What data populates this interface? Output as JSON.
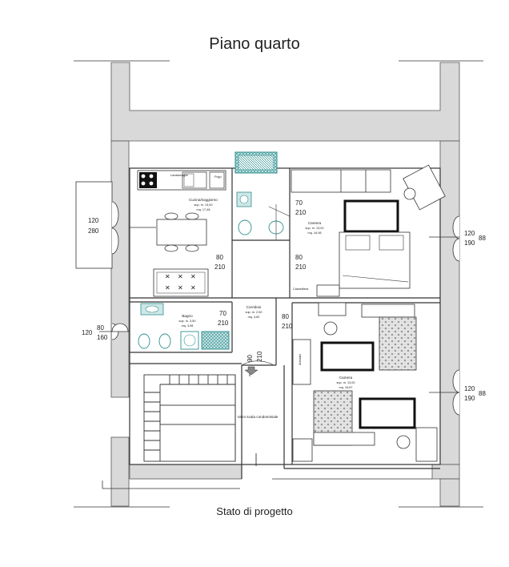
{
  "title": "Piano quarto",
  "subtitle": "Stato di progetto",
  "colors": {
    "wall": "#d9d9d9",
    "wall_stroke": "#555555",
    "line": "#333333",
    "window_teal": "#2f8f8f",
    "furniture_black": "#111111",
    "rug_pattern": "#b5b5b5"
  },
  "rooms": {
    "kitchen": {
      "name": "Cucina/soggiorno",
      "area": "sup. m. 13,00",
      "floor": "mq. 17,48"
    },
    "bedroom_top": {
      "name": "Camera",
      "area": "sup. m. 13,00",
      "floor": "mq. 16,98"
    },
    "bathroom": {
      "name": "Bagno",
      "area": "sup. m. 3,50",
      "floor": "mq. 3,98"
    },
    "corridor": {
      "name": "Corridoio",
      "area": "sup. m. 2,50",
      "floor": "mq. 4,82"
    },
    "bedroom_bottom": {
      "name": "Camera",
      "area": "sup. m. 13,00",
      "floor": "mq. 16,87"
    },
    "stairs": {
      "name": "Vano scala condominiale"
    }
  },
  "labels": {
    "lavastoviglie": "Lavastoviglie",
    "frigo": "Frigo",
    "cassettiera": "Cassettiera",
    "armadio": "Armadio"
  },
  "dimensions": {
    "left_window_w": "120",
    "left_window_h": "280",
    "bath_window_sill": "80",
    "bath_window_w": "120",
    "bath_window_h": "160",
    "right_window_top_w": "120",
    "right_window_top_h": "190",
    "right_window_top_sill": "88",
    "right_window_bottom_w": "120",
    "right_window_bottom_h": "190",
    "right_window_bottom_sill": "88",
    "door_wc_w": "70",
    "door_wc_h": "210",
    "door_kitchen_w": "80",
    "door_kitchen_h": "210",
    "door_bedroom_top_w": "80",
    "door_bedroom_top_h": "210",
    "door_bath_w": "70",
    "door_bath_h": "210",
    "door_bedroom_bottom_w": "80",
    "door_bedroom_bottom_h": "210",
    "entrance_w": "90",
    "entrance_h": "210"
  }
}
